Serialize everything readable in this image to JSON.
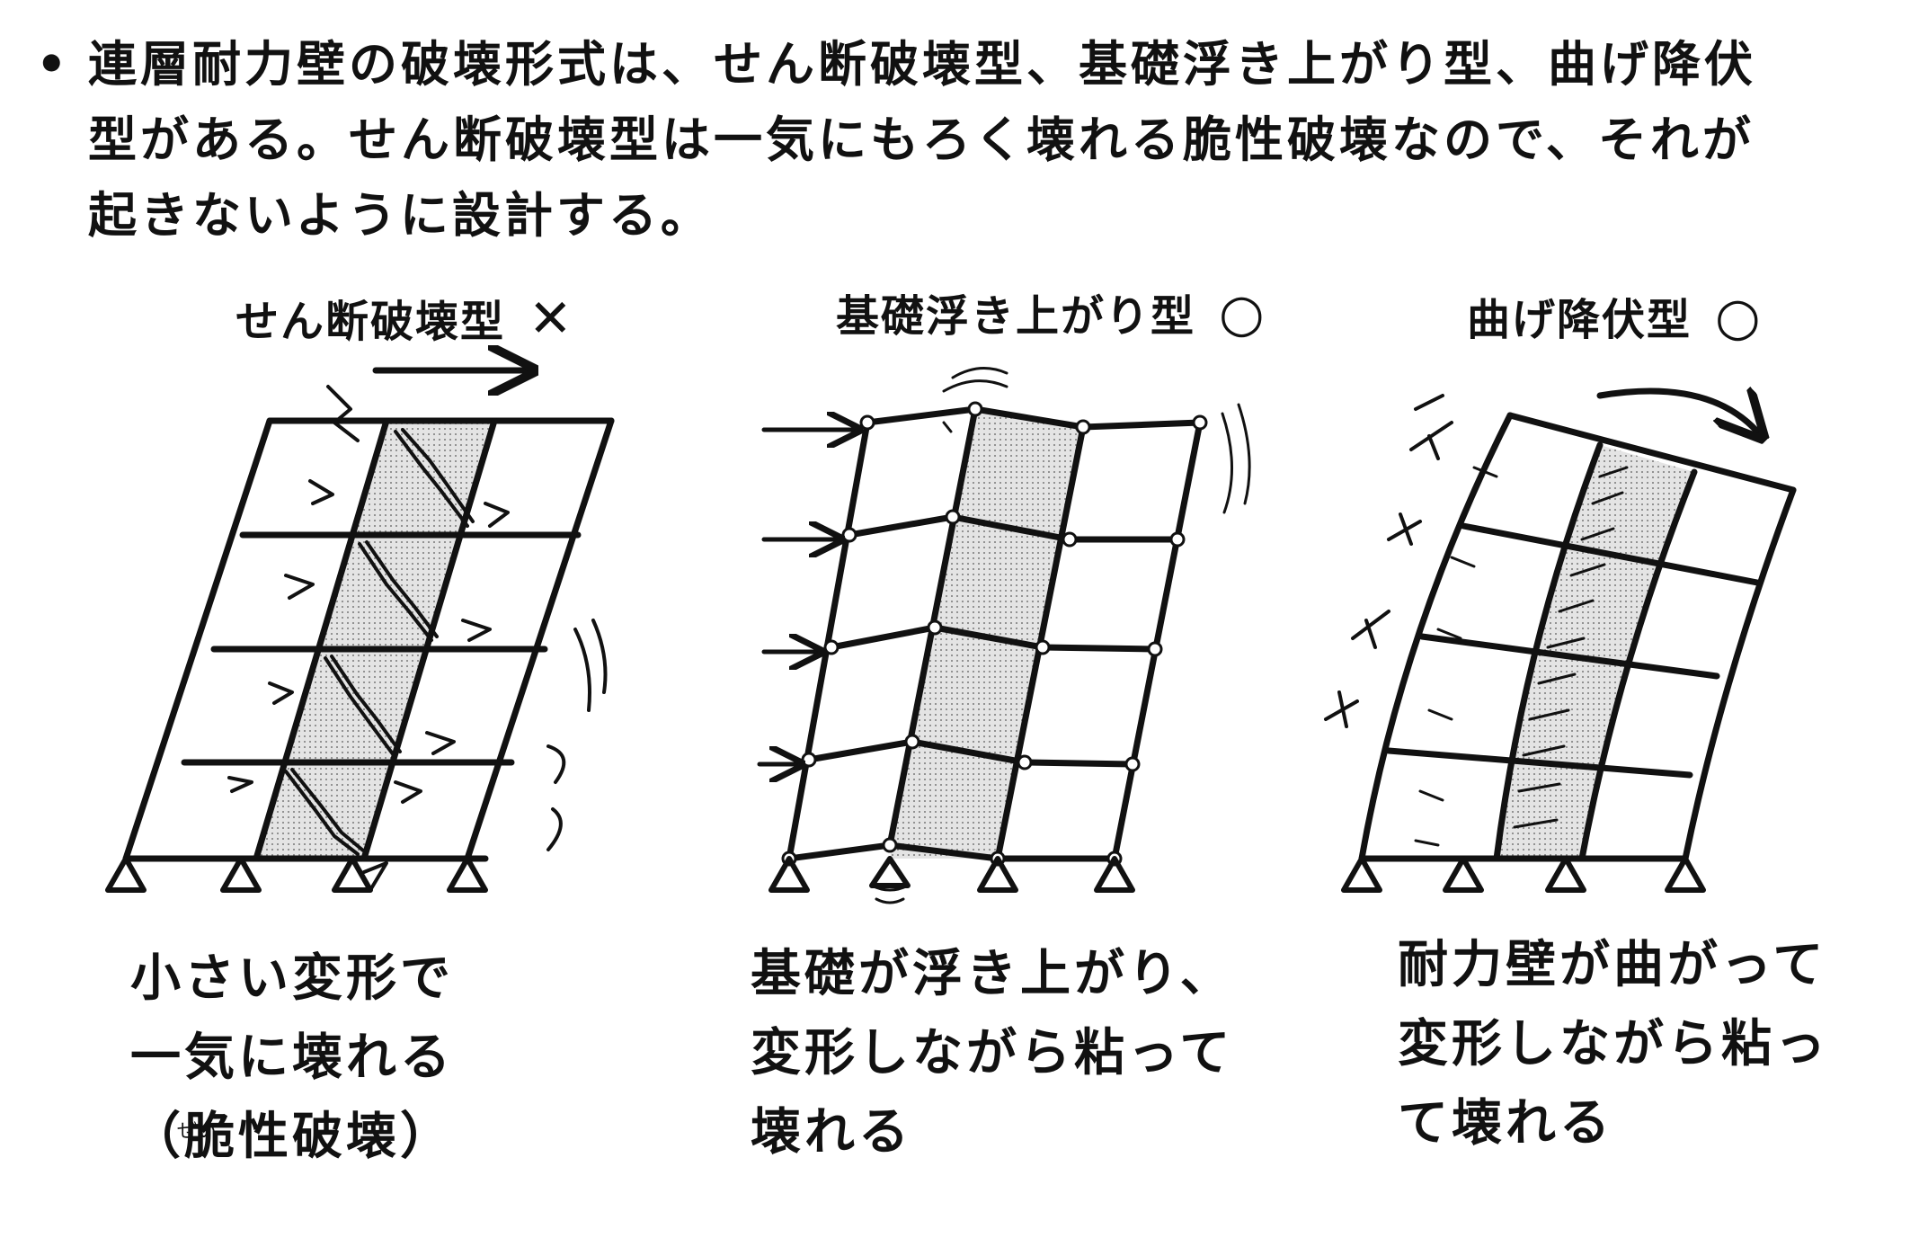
{
  "intro": {
    "bullet": "•",
    "lines": [
      "連層耐力壁の破壊形式は、せん断破壊型、基礎浮き上がり型、曲げ降伏",
      "型がある。せん断破壊型は一気にもろく壊れる脆性破壊なので、それが",
      "起きないように設計する。"
    ]
  },
  "diagrams": {
    "shear": {
      "title": "せん断破壊型",
      "mark": "✕",
      "caption_lines": [
        "小さい変形で",
        "一気に壊れる",
        "（脆性破壊）"
      ],
      "ruby": "ぜい"
    },
    "uplift": {
      "title": "基礎浮き上がり型",
      "mark": "○",
      "caption_lines": [
        "基礎が浮き上がり、",
        "変形しながら粘って",
        "壊れる"
      ]
    },
    "flexural": {
      "title": "曲げ降伏型",
      "mark": "○",
      "caption_lines": [
        "耐力壁が曲がって",
        "変形しながら粘っ",
        "て壊れる"
      ]
    }
  },
  "colors": {
    "ink": "#111111",
    "shade": "#d9d9d9",
    "paper": "#ffffff"
  }
}
